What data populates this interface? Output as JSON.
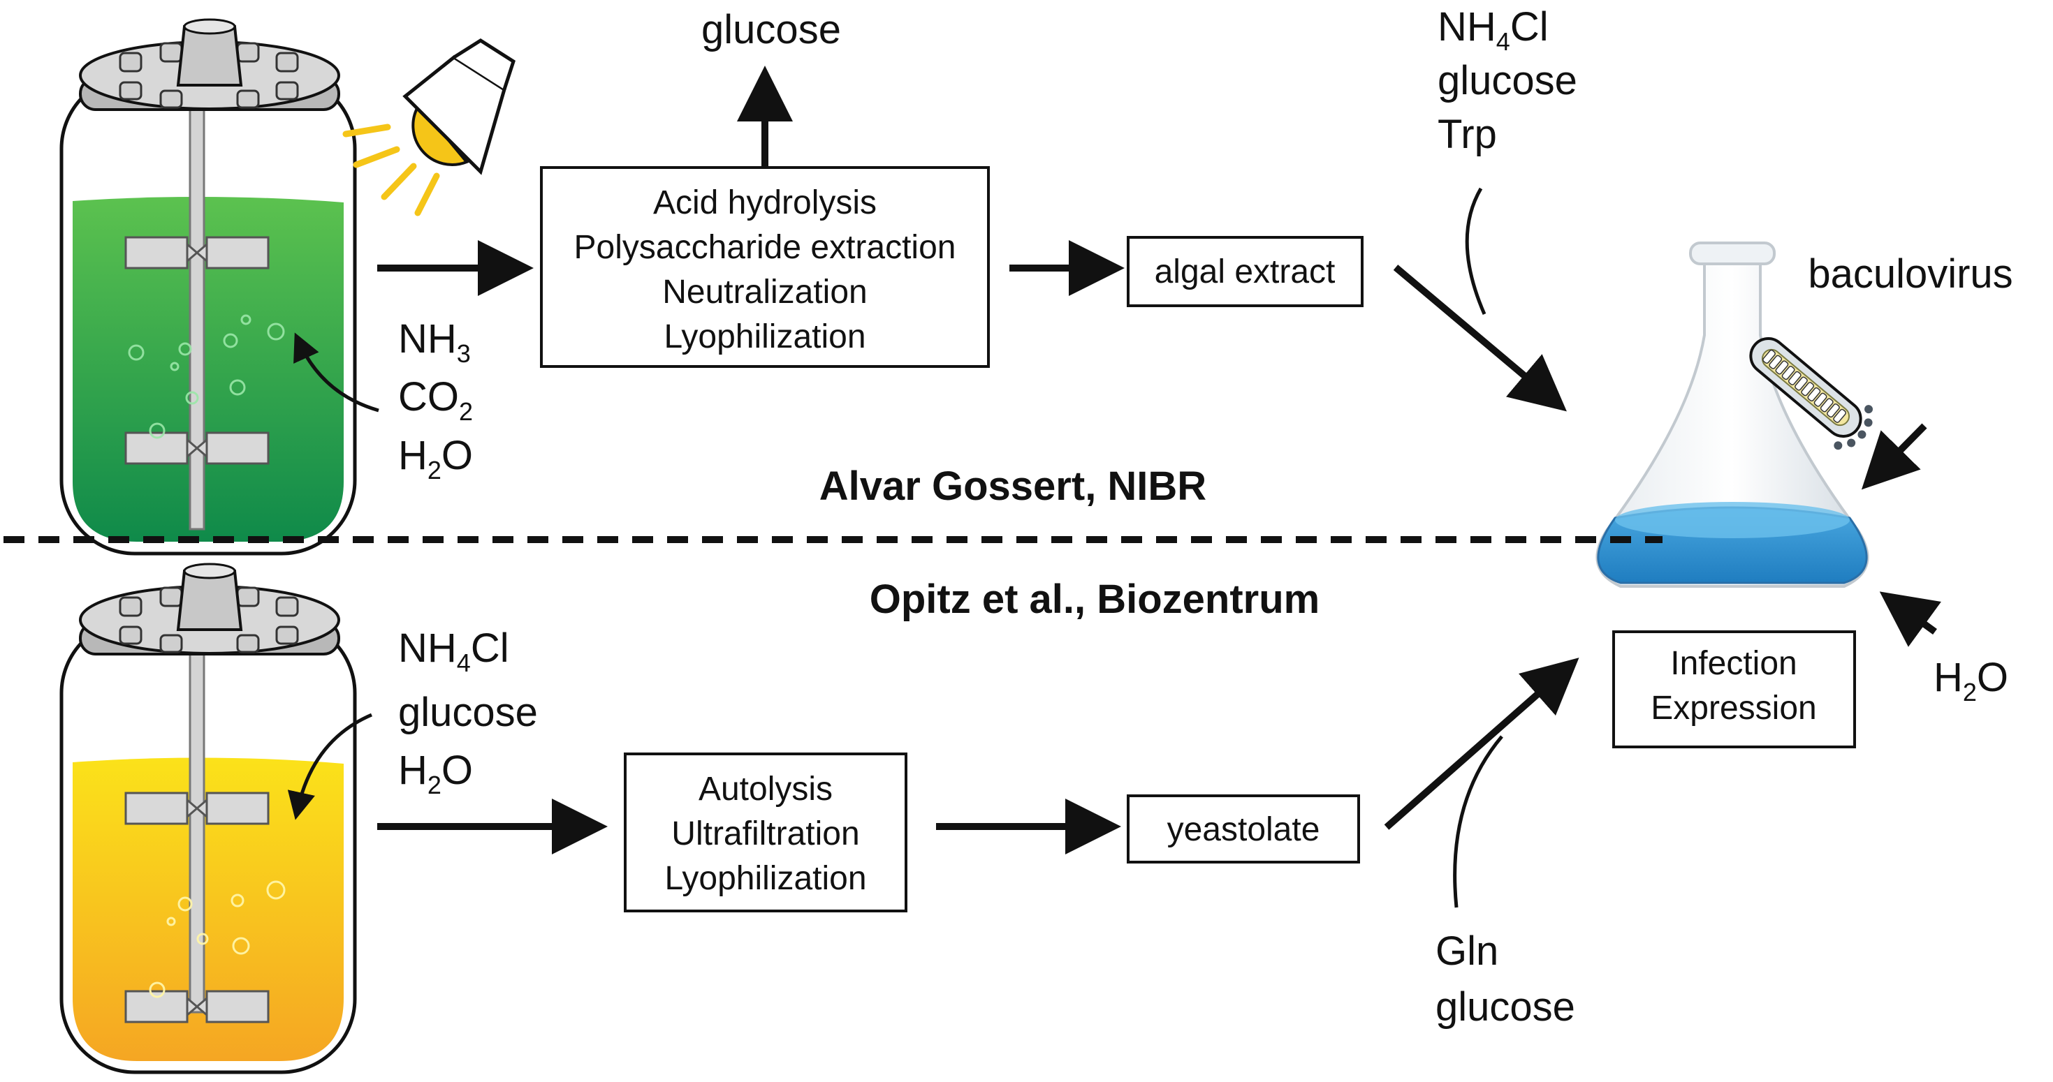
{
  "top": {
    "label_above": "glucose",
    "process_lines": [
      "Acid hydrolysis",
      "Polysaccharide extraction",
      "Neutralization",
      "Lyophilization"
    ],
    "product": "algal extract",
    "inputs": [
      {
        "base": "NH",
        "sub": "3",
        "tail": ""
      },
      {
        "base": "CO",
        "sub": "2",
        "tail": ""
      },
      {
        "base": "H",
        "sub": "2",
        "tail": "O"
      }
    ],
    "supplements": [
      {
        "base": "NH",
        "sub": "4",
        "tail": "Cl"
      },
      {
        "base": "glucose",
        "sub": "",
        "tail": ""
      },
      {
        "base": "Trp",
        "sub": "",
        "tail": ""
      }
    ],
    "credit": "Alvar Gossert, NIBR",
    "culture_color": "#2fa84c"
  },
  "bottom": {
    "process_lines": [
      "Autolysis",
      "Ultrafiltration",
      "Lyophilization"
    ],
    "product": "yeastolate",
    "inputs": [
      {
        "base": "NH",
        "sub": "4",
        "tail": "Cl"
      },
      {
        "base": "glucose",
        "sub": "",
        "tail": ""
      },
      {
        "base": "H",
        "sub": "2",
        "tail": "O"
      }
    ],
    "supplements": [
      "Gln",
      "glucose"
    ],
    "credit": "Opitz et al., Biozentrum",
    "culture_color": "#f7c81a"
  },
  "flask": {
    "virus_label": "baculovirus",
    "water": {
      "base": "H",
      "sub": "2",
      "tail": "O"
    },
    "process_lines": [
      "Infection",
      "Expression"
    ],
    "medium_color": "#3b9ad6"
  }
}
